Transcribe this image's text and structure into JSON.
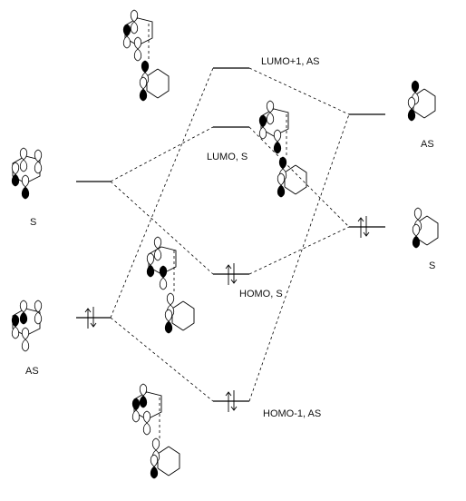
{
  "diagram": {
    "labels": {
      "left_upper_sym": "S",
      "left_lower_sym": "AS",
      "right_upper_sym": "AS",
      "right_lower_sym": "S",
      "mo_lumo1": "LUMO+1, AS",
      "mo_lumo": "LUMO, S",
      "mo_homo": "HOMO, S",
      "mo_homo1": "HOMO-1, AS"
    },
    "colors": {
      "line": "#000000",
      "background": "#ffffff"
    }
  }
}
